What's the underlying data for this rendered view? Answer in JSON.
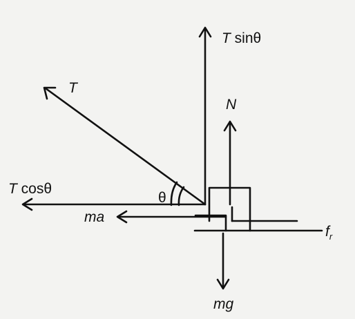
{
  "labels": {
    "t_sin_italic": "T",
    "t_sin_rest": " sinθ",
    "t": "T",
    "n": "N",
    "t_cos_italic": "T",
    "t_cos_rest": " cosθ",
    "theta": "θ",
    "ma": "ma",
    "f": "f",
    "f_sub": "r",
    "mg": "mg"
  }
}
